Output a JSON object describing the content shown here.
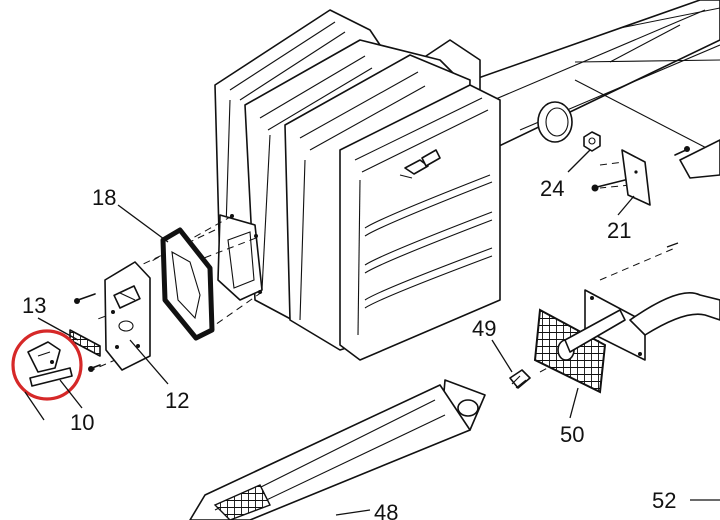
{
  "diagram": {
    "callouts": [
      "18",
      "13",
      "10",
      "12",
      "24",
      "21",
      "49",
      "50",
      "48",
      "52"
    ],
    "highlight_color": "#d62828",
    "line_color": "#111111"
  }
}
